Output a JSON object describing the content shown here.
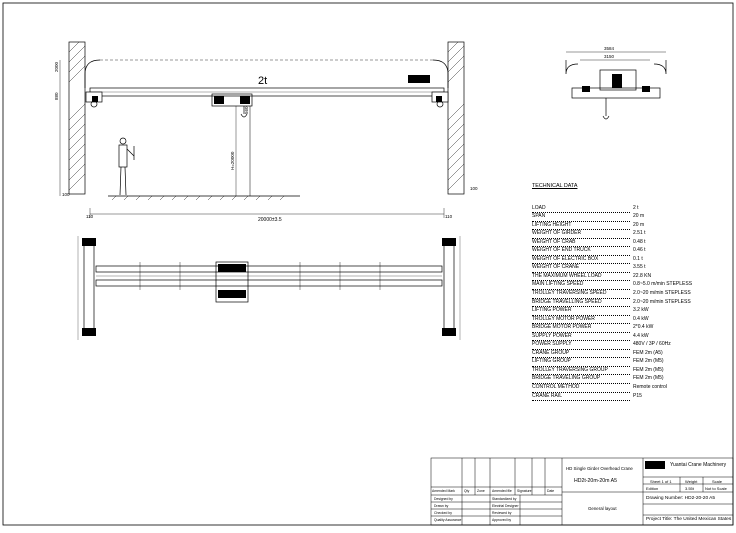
{
  "drawing": {
    "capacity_label": "2t",
    "span_dimension": "20000±3.5",
    "height_dimension": "H=20000",
    "dims": {
      "top_left_1": "2000",
      "top_left_2": "880",
      "trolley_drop": "560",
      "left_rail": "100",
      "right_rail": "100",
      "end_left": "110",
      "end_right": "110",
      "side_wide": "3584",
      "side_narrow": "3150"
    }
  },
  "tech_data": {
    "title": "TECHNICAL DATA",
    "rows": [
      {
        "label": "LOAD",
        "value": "2 t"
      },
      {
        "label": "SPAN",
        "value": "20 m"
      },
      {
        "label": "LIFTING HEIGHT",
        "value": "20 m"
      },
      {
        "label": "WEIGHT OF GIRDER",
        "value": "2.51 t"
      },
      {
        "label": "WEIGHT OF CRAB",
        "value": "0.48 t"
      },
      {
        "label": "WEIGHT OF END TRUCK",
        "value": "0.46 t"
      },
      {
        "label": "WEIGHT OF ELECTRIC BOX",
        "value": "0.1 t"
      },
      {
        "label": "WEIGHT OF CRANE",
        "value": "3.55 t"
      },
      {
        "label": "THE MAXIMUM WHEEL LOAD",
        "value": "22.8 KN"
      },
      {
        "label": "MAIN LIFTING SPEED",
        "value": "0.8~5.0 m/min  STEPLESS"
      },
      {
        "label": "TROLLEY TRAVERSING SPEED",
        "value": "2.0~20 m/min  STEPLESS"
      },
      {
        "label": "BRIDGE TRAVELLING SPEED",
        "value": "2.0~20 m/min  STEPLESS"
      },
      {
        "label": "LIFTING POWER",
        "value": "3.2 kW"
      },
      {
        "label": "TROLLEY MOTOR POWER",
        "value": "0.4 kW"
      },
      {
        "label": "BRIDGE MOTOR POWER",
        "value": "2*0.4 kW"
      },
      {
        "label": "SUPPLY POWER",
        "value": "4.4 kW"
      },
      {
        "label": "POWER SUPPLY",
        "value": "480V / 3P / 60Hz"
      },
      {
        "label": "CRANE GROUP",
        "value": "FEM 2m (A5)"
      },
      {
        "label": "LIFTING GROUP",
        "value": "FEM 2m (M5)"
      },
      {
        "label": "TROLLEY TRAVERSING GROUP",
        "value": "FEM 2m (M5)"
      },
      {
        "label": "BRIDGE TRAVELING GROUP",
        "value": "FEM 2m (M5)"
      },
      {
        "label": "CONTROL METHOD",
        "value": "Remote control"
      },
      {
        "label": "CRANE RAIL",
        "value": "P15"
      }
    ]
  },
  "title_block": {
    "drawing_title": "HD Single Girder Overhead Crane",
    "model": "HD2t-20m-20m A5",
    "layout": "General layout",
    "company": "Yuantai Crane Machinery",
    "sheet": "Sheet 1 of 1",
    "weight_label": "Weight",
    "scale_label": "Scale",
    "edition_label": "Edition",
    "weight_value": "3.55t",
    "scale_value": "Not to Scale",
    "drawing_number": "Drawing Number: HD2-20-20 A5",
    "project_title": "Project Title: The United Mexican States",
    "revision_headers": [
      "Amended Mark",
      "Qty",
      "Zone",
      "Amended file",
      "Signature",
      "Date"
    ],
    "sign_rows": [
      {
        "left": "Designed by",
        "right": "Standardized by"
      },
      {
        "left": "Drawn by",
        "right": "Electrial Designer"
      },
      {
        "left": "Checked by",
        "right": "Reviewed by"
      },
      {
        "left": "Quality Assurance",
        "right": "Approved by"
      }
    ]
  }
}
